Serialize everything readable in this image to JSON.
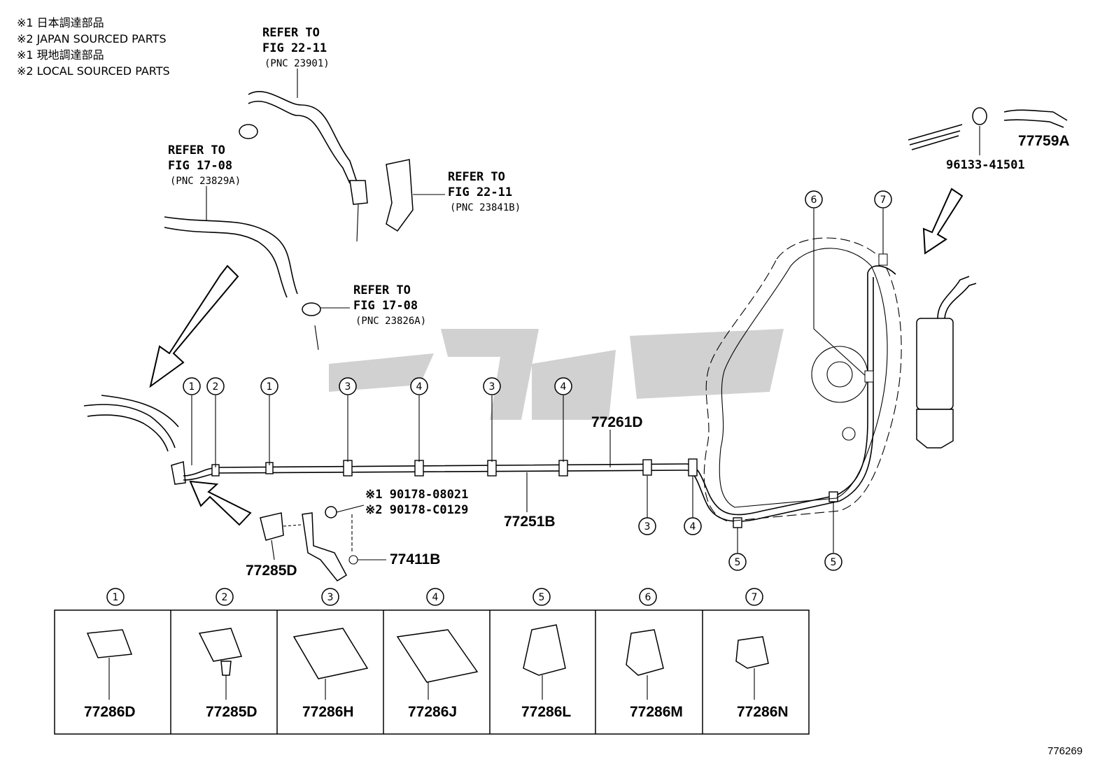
{
  "notes": [
    "※1 日本調達部品",
    "※2 JAPAN SOURCED PARTS",
    "※1 現地調達部品",
    "※2 LOCAL SOURCED PARTS"
  ],
  "refs": [
    {
      "l1": "REFER TO",
      "l2": "FIG 22-11",
      "l3": "(PNC 23901)"
    },
    {
      "l1": "REFER TO",
      "l2": "FIG 17-08",
      "l3": "(PNC 23829A)"
    },
    {
      "l1": "REFER TO",
      "l2": "FIG 22-11",
      "l3": "(PNC 23841B)"
    },
    {
      "l1": "REFER TO",
      "l2": "FIG 17-08",
      "l3": "(PNC 23826A)"
    }
  ],
  "parts": {
    "p77759A": "77759A",
    "p9613341501": "96133-41501",
    "p77261D": "77261D",
    "p77251B": "77251B",
    "p77285D": "77285D",
    "p77411B": "77411B",
    "bolt1": "※1 90178-08021",
    "bolt2": "※2 90178-C0129"
  },
  "callouts_top": [
    "1",
    "2",
    "1",
    "3",
    "4",
    "3",
    "4"
  ],
  "callouts_bottom": [
    "3",
    "4",
    "5",
    "5"
  ],
  "callouts_tank": [
    "6",
    "7"
  ],
  "legend": [
    {
      "num": "1",
      "part": "77286D"
    },
    {
      "num": "2",
      "part": "77285D"
    },
    {
      "num": "3",
      "part": "77286H"
    },
    {
      "num": "4",
      "part": "77286J"
    },
    {
      "num": "5",
      "part": "77286L"
    },
    {
      "num": "6",
      "part": "77286M"
    },
    {
      "num": "7",
      "part": "77286N"
    }
  ],
  "figure_number": "776269"
}
